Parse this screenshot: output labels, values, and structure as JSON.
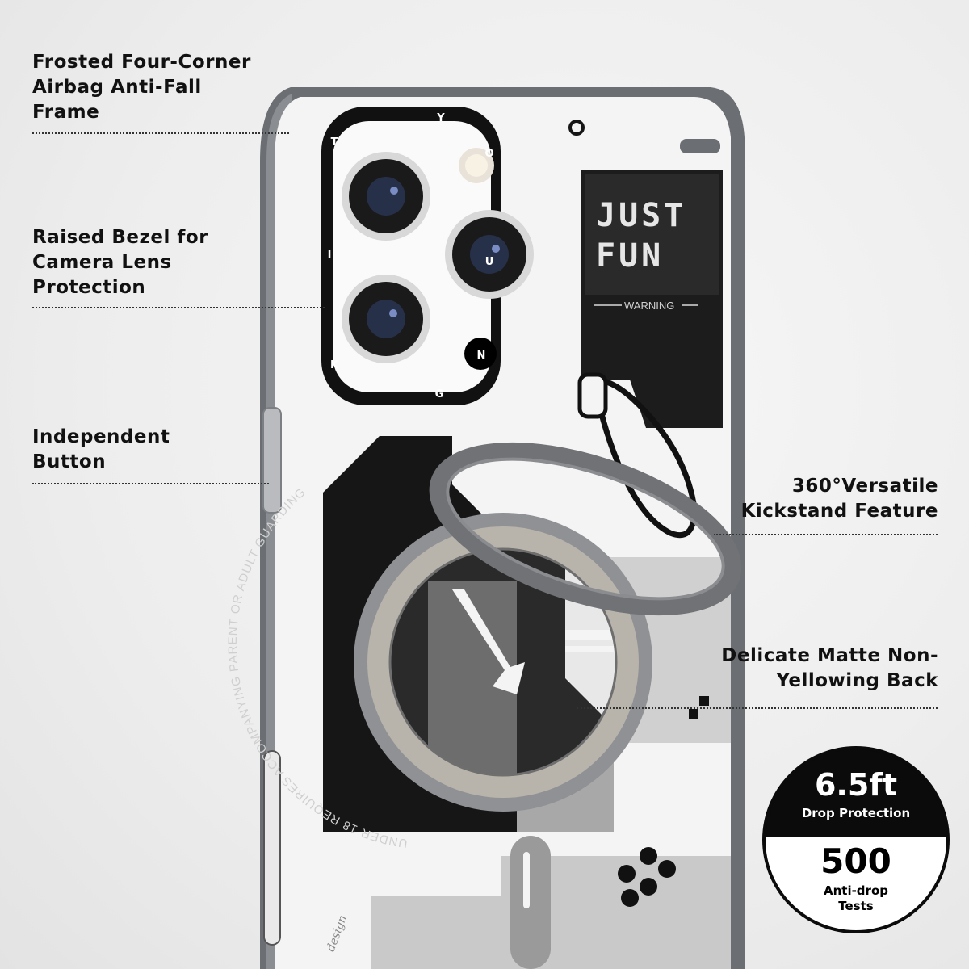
{
  "features": {
    "airbag": "Frosted Four-Corner\nAirbag Anti-Fall\nFrame",
    "bezel": "Raised Bezel for\nCamera Lens\nProtection",
    "button": "Independent\nButton",
    "kickstand": "360°Versatile\nKickstand Feature",
    "matte": "Delicate Matte Non-\nYellowing Back"
  },
  "case_print": {
    "just": "JUST",
    "fun": "FUN",
    "warning": "WARNING",
    "ring_text": "UNDER 18 REQUIRES ACCOMPANYING PARENT OR ADULT GUARDING",
    "bezel_letters": [
      "Y",
      "O",
      "U",
      "N",
      "G",
      "K",
      "I",
      "T"
    ],
    "signature": "design"
  },
  "badge": {
    "drop_height": "6.5ft",
    "drop_label": "Drop Protection",
    "tests_count": "500",
    "tests_label": "Anti-drop\nTests"
  },
  "colors": {
    "case_frame": "#6b6e72",
    "case_black": "#161616",
    "case_white": "#f4f4f4",
    "ring_gray": "#77797c"
  }
}
